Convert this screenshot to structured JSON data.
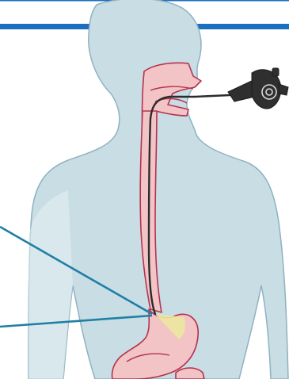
{
  "figure": {
    "subject": "upper-endoscopy-illustration",
    "parts": [
      "header-rule",
      "human-silhouette",
      "nasal-oral-cavity",
      "esophagus",
      "endoscope-tube",
      "endoscope-handpiece",
      "stomach",
      "camera-light-cone",
      "zoom-callout-lines"
    ]
  },
  "colors": {
    "background": "#ffffff",
    "header_rule": "#1a6fc0",
    "body_fill": "#c9dde4",
    "body_stroke": "#8fb2bf",
    "organ_fill": "#f2c4c6",
    "organ_stroke": "#b6324f",
    "tube": "#2b2b2b",
    "scope_device": "#2f2f2f",
    "light_cone": "#ece79d",
    "callout_line": "#1f7fa6"
  }
}
